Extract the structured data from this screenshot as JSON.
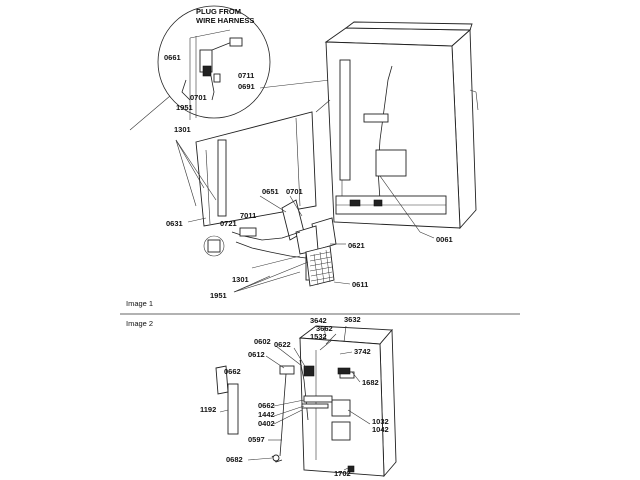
{
  "image1": {
    "caption": "Image 1",
    "callout": "PLUG FROM\nWIRE HARNESS",
    "labels": [
      "0661",
      "0711",
      "0691",
      "0701",
      "1951",
      "1301",
      "0631",
      "0721",
      "7011",
      "0651",
      "0701",
      "0621",
      "1301",
      "0611",
      "1951",
      "0061"
    ]
  },
  "image2": {
    "caption": "Image 2",
    "labels": [
      "3642",
      "3632",
      "3662",
      "1532",
      "3742",
      "0602",
      "0622",
      "0612",
      "0662",
      "1682",
      "1192",
      "0662",
      "1442",
      "0402",
      "1032",
      "1042",
      "0597",
      "0682",
      "1702"
    ]
  }
}
